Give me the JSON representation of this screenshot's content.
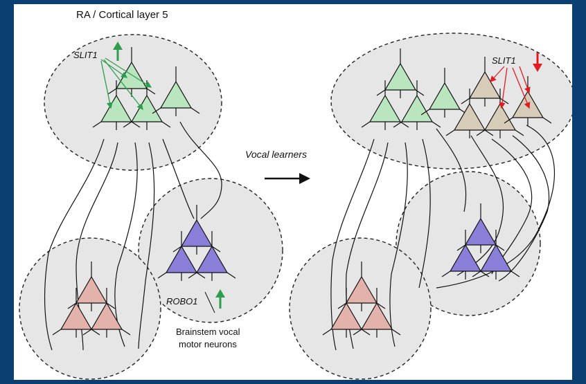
{
  "title": "RA / Cortical layer 5",
  "labels": {
    "slit1_left": "SLIT1",
    "slit1_right": "SLIT1",
    "robo1": "ROBO1",
    "arrow_caption": "Vocal learners",
    "brainstem_line1": "Brainstem vocal",
    "brainstem_line2": "motor neurons"
  },
  "colors": {
    "background": "#0b3f73",
    "cluster_fill": "#e6e6e6",
    "green_neuron": "#b9e6bf",
    "tan_neuron": "#d6ccb8",
    "purple_neuron": "#8a7fd8",
    "pink_neuron": "#e3b3ab",
    "up_arrow": "#2e9e4e",
    "down_arrow": "#e01b24"
  },
  "icons": {
    "slit1_left_indicator": "up-arrow-green",
    "slit1_right_indicator": "down-arrow-red",
    "robo1_indicator": "up-arrow-green",
    "transition": "right-arrow-black"
  }
}
